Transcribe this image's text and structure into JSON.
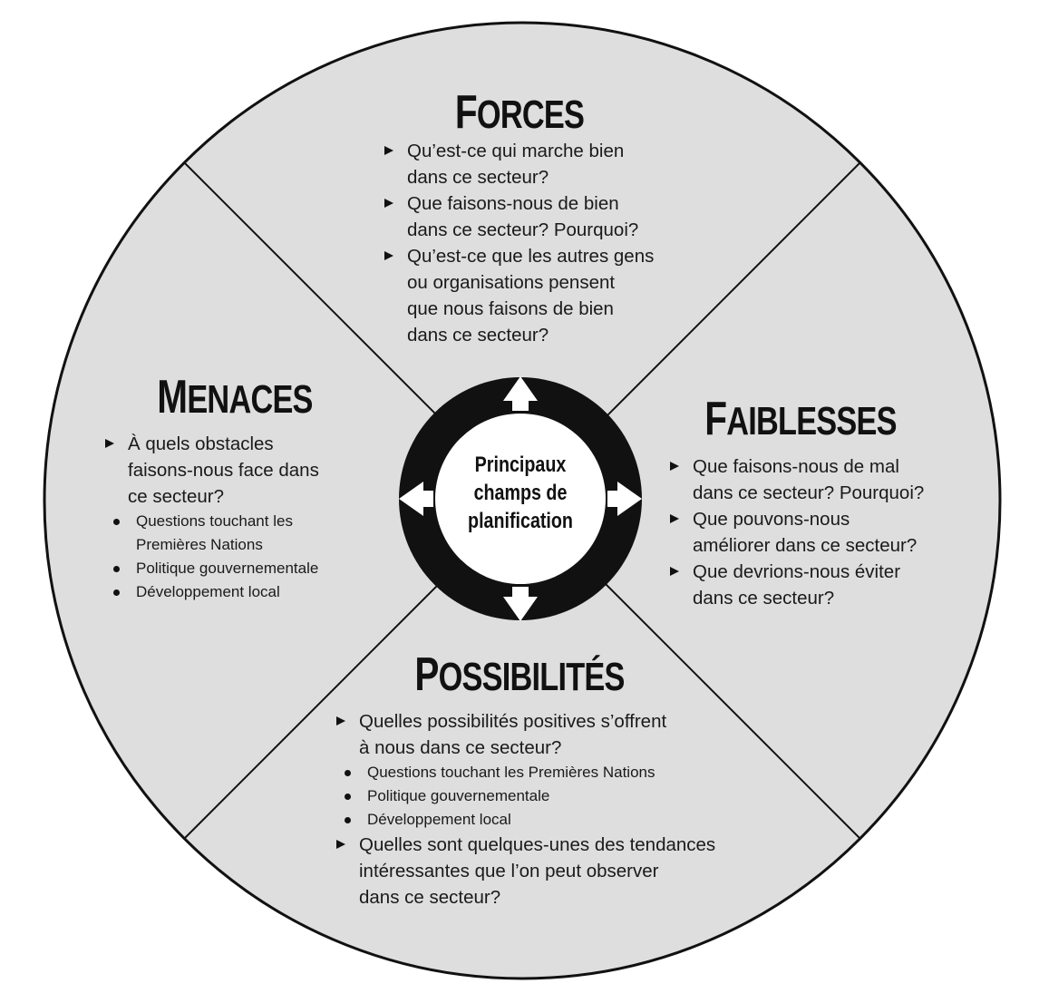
{
  "center": {
    "lines": [
      "Principaux",
      "champs de",
      "planification"
    ]
  },
  "colors": {
    "quadrant_fill": "#dedede",
    "ring": "#111111",
    "center_fill": "#ffffff"
  },
  "sections": {
    "forces": {
      "title_cap": "F",
      "title_rest": "ORCES",
      "items": [
        {
          "lines": [
            "Qu’est-ce qui marche bien",
            "dans ce secteur?"
          ]
        },
        {
          "lines": [
            "Que faisons-nous de bien",
            "dans ce secteur? Pourquoi?"
          ]
        },
        {
          "lines": [
            "Qu’est-ce que les autres gens",
            "ou organisations pensent",
            "que nous faisons de bien",
            "dans ce secteur?"
          ]
        }
      ]
    },
    "menaces": {
      "title_cap": "M",
      "title_rest": "ENACES",
      "items": [
        {
          "lines": [
            "À quels obstacles",
            "faisons-nous face dans",
            "ce secteur?"
          ],
          "subs": [
            {
              "lines": [
                "Questions touchant les",
                "Premières Nations"
              ]
            },
            {
              "lines": [
                "Politique gouvernementale"
              ]
            },
            {
              "lines": [
                "Développement local"
              ]
            }
          ]
        }
      ]
    },
    "faiblesses": {
      "title_cap": "F",
      "title_rest": "AIBLESSES",
      "items": [
        {
          "lines": [
            "Que faisons-nous de mal",
            "dans ce secteur? Pourquoi?"
          ]
        },
        {
          "lines": [
            "Que pouvons-nous",
            "améliorer dans ce secteur?"
          ]
        },
        {
          "lines": [
            "Que devrions-nous éviter",
            "dans ce secteur?"
          ]
        }
      ]
    },
    "possibilites": {
      "title_cap": "P",
      "title_rest": "OSSIBILITÉS",
      "items": [
        {
          "lines": [
            "Quelles possibilités positives s’offrent",
            "à nous dans ce secteur?"
          ],
          "subs": [
            {
              "lines": [
                "Questions touchant les Premières Nations"
              ]
            },
            {
              "lines": [
                "Politique gouvernementale"
              ]
            },
            {
              "lines": [
                "Développement local"
              ]
            }
          ]
        },
        {
          "lines": [
            "Quelles sont quelques-unes des tendances",
            "intéressantes que l’on peut observer",
            "dans ce secteur?"
          ]
        }
      ]
    }
  }
}
